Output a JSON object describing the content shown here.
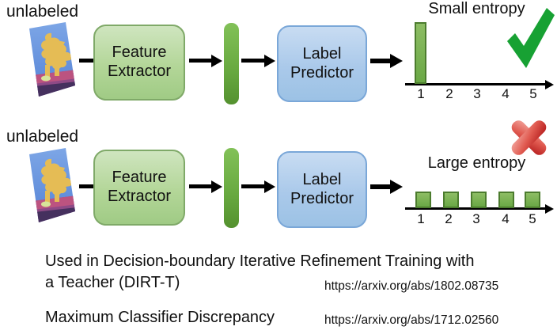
{
  "diagram": {
    "rows": [
      {
        "input_label": "unlabeled",
        "feature_extractor_label": "Feature Extractor",
        "label_predictor_label": "Label Predictor",
        "entropy_title": "Small entropy",
        "verdict": "check",
        "histogram": {
          "type": "bar",
          "categories": [
            "1",
            "2",
            "3",
            "4",
            "5"
          ],
          "values": [
            0.95,
            0,
            0,
            0,
            0
          ],
          "title": "Small entropy"
        }
      },
      {
        "input_label": "unlabeled",
        "feature_extractor_label": "Feature Extractor",
        "label_predictor_label": "Label Predictor",
        "entropy_title": "Large entropy",
        "verdict": "cross",
        "histogram": {
          "type": "bar",
          "categories": [
            "1",
            "2",
            "3",
            "4",
            "5"
          ],
          "values": [
            0.2,
            0.2,
            0.2,
            0.2,
            0.2
          ],
          "title": "Large entropy"
        }
      }
    ],
    "footer": {
      "dirt_t_line1": "Used in Decision-boundary Iterative Refinement Training with",
      "dirt_t_line2": "a Teacher (DIRT-T)",
      "dirt_t_url": "https://arxiv.org/abs/1802.08735",
      "mcd_label": "Maximum Classifier Discrepancy",
      "mcd_url": "https://arxiv.org/abs/1712.02560"
    },
    "colors": {
      "box_green_fill": "#b3d698",
      "box_green_border": "#7fa968",
      "box_blue_fill": "#aac9ea",
      "box_blue_border": "#7aa7d8",
      "feature_bar_green": "#67a83f",
      "histogram_bar_green": "#6aa845",
      "histogram_bar_border": "#4c7c2e",
      "check_green": "#17a133",
      "cross_red": "#cc2525",
      "text": "#111111"
    }
  }
}
